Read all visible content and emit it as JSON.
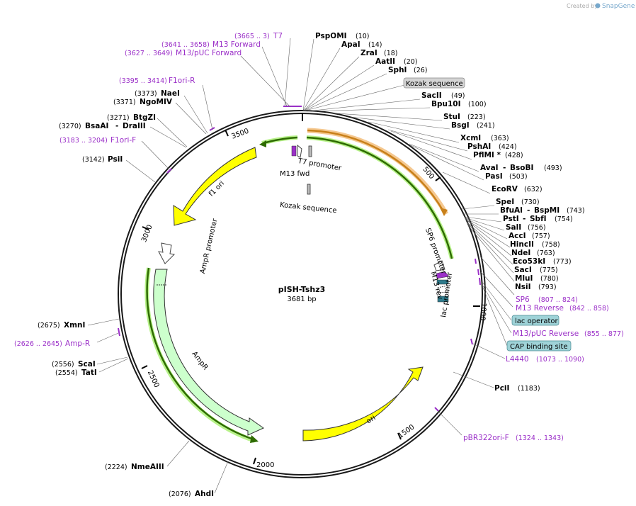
{
  "watermark": {
    "prefix": "Created by",
    "brand": "SnapGene"
  },
  "plasmid": {
    "name": "pISH-Tshz3",
    "length": "3681 bp"
  },
  "enzymes_right": [
    {
      "name": "PspOMI",
      "pos": "(10)"
    },
    {
      "name": "ApaI",
      "pos": "(14)"
    },
    {
      "name": "ZraI",
      "pos": "(18)"
    },
    {
      "name": "AatII",
      "pos": "(20)"
    },
    {
      "name": "SphI",
      "pos": "(26)"
    },
    {
      "name": "SacII",
      "pos": "(49)"
    },
    {
      "name": "Bpu10I",
      "pos": "(100)"
    },
    {
      "name": "StuI",
      "pos": "(223)"
    },
    {
      "name": "BsgI",
      "pos": "(241)"
    },
    {
      "name": "XcmI",
      "pos": "(363)"
    },
    {
      "name": "PshAI",
      "pos": "(424)"
    },
    {
      "name": "PflMI *",
      "pos": "(428)"
    },
    {
      "name": "AvaI",
      "name2": "BsoBI",
      "pos": "(493)"
    },
    {
      "name": "PasI",
      "pos": "(503)"
    },
    {
      "name": "EcoRV",
      "pos": "(632)"
    },
    {
      "name": "SpeI",
      "pos": "(730)"
    },
    {
      "name": "BfuAI",
      "name2": "BspMI",
      "pos": "(743)"
    },
    {
      "name": "PstI",
      "name2": "SbfI",
      "pos": "(754)"
    },
    {
      "name": "SalI",
      "pos": "(756)"
    },
    {
      "name": "AccI",
      "pos": "(757)"
    },
    {
      "name": "HincII",
      "pos": "(758)"
    },
    {
      "name": "NdeI",
      "pos": "(763)"
    },
    {
      "name": "Eco53kI",
      "pos": "(773)"
    },
    {
      "name": "SacI",
      "pos": "(775)"
    },
    {
      "name": "MluI",
      "pos": "(780)"
    },
    {
      "name": "NsiI",
      "pos": "(793)"
    },
    {
      "name": "PciI",
      "pos": "(1183)"
    }
  ],
  "enzymes_left": [
    {
      "name": "NaeI",
      "pos": "(3373)"
    },
    {
      "name": "NgoMIV",
      "pos": "(3371)"
    },
    {
      "name": "BtgZI",
      "pos": "(3271)"
    },
    {
      "name": "BsaAI",
      "name2": "DraIII",
      "pos": "(3270)"
    },
    {
      "name": "PsiI",
      "pos": "(3142)"
    },
    {
      "name": "XmnI",
      "pos": "(2675)"
    },
    {
      "name": "ScaI",
      "pos": "(2556)"
    },
    {
      "name": "TatI",
      "pos": "(2554)"
    },
    {
      "name": "NmeAIII",
      "pos": "(2224)"
    },
    {
      "name": "AhdI",
      "pos": "(2076)"
    }
  ],
  "primers": [
    {
      "name": "T7",
      "pos": "(3665 .. 3)"
    },
    {
      "name": "M13 Forward",
      "pos": "(3641 .. 3658)"
    },
    {
      "name": "M13/pUC Forward",
      "pos": "(3627 .. 3649)"
    },
    {
      "name": "F1ori-R",
      "pos": "(3395 .. 3414)"
    },
    {
      "name": "F1ori-F",
      "pos": "(3183 .. 3204)"
    },
    {
      "name": "Amp-R",
      "pos": "(2626 .. 2645)"
    },
    {
      "name": "SP6",
      "pos": "(807 .. 824)"
    },
    {
      "name": "M13 Reverse",
      "pos": "(842 .. 858)"
    },
    {
      "name": "M13/pUC Reverse",
      "pos": "(855 .. 877)"
    },
    {
      "name": "L4440",
      "pos": "(1073 .. 1090)"
    },
    {
      "name": "pBR322ori-F",
      "pos": "(1324 .. 1343)"
    }
  ],
  "boxed_labels": {
    "kozak": "Kozak sequence",
    "lac_operator": "lac operator",
    "cap_site": "CAP binding site"
  },
  "features": {
    "f1_ori": "f1 ori",
    "ampr": "AmpR",
    "ampr_promoter": "AmpR promoter",
    "ori": "ori",
    "sp6_promoter": "SP6 promoter",
    "m13_rev": "M13 rev",
    "lac_promoter": "lac promoter",
    "t7_promoter": "T7 promoter",
    "m13_fwd": "M13 fwd",
    "kozak_inner": "Kozak sequence"
  },
  "ticks": [
    "500",
    "1000",
    "1500",
    "2000",
    "2500",
    "3000",
    "3500"
  ],
  "colors": {
    "backbone": "#1a1a1a",
    "primer": "#9b30c8",
    "ori_yellow": "#ffff00",
    "ampr_green": "#ccffcc",
    "dark_green": "#2e6b00",
    "light_green_glow": "#b8f28a",
    "orange_glow": "#f5c890",
    "orange": "#c8801a",
    "box_gray": "#d4d4d4",
    "box_teal": "#9fd3d8"
  }
}
